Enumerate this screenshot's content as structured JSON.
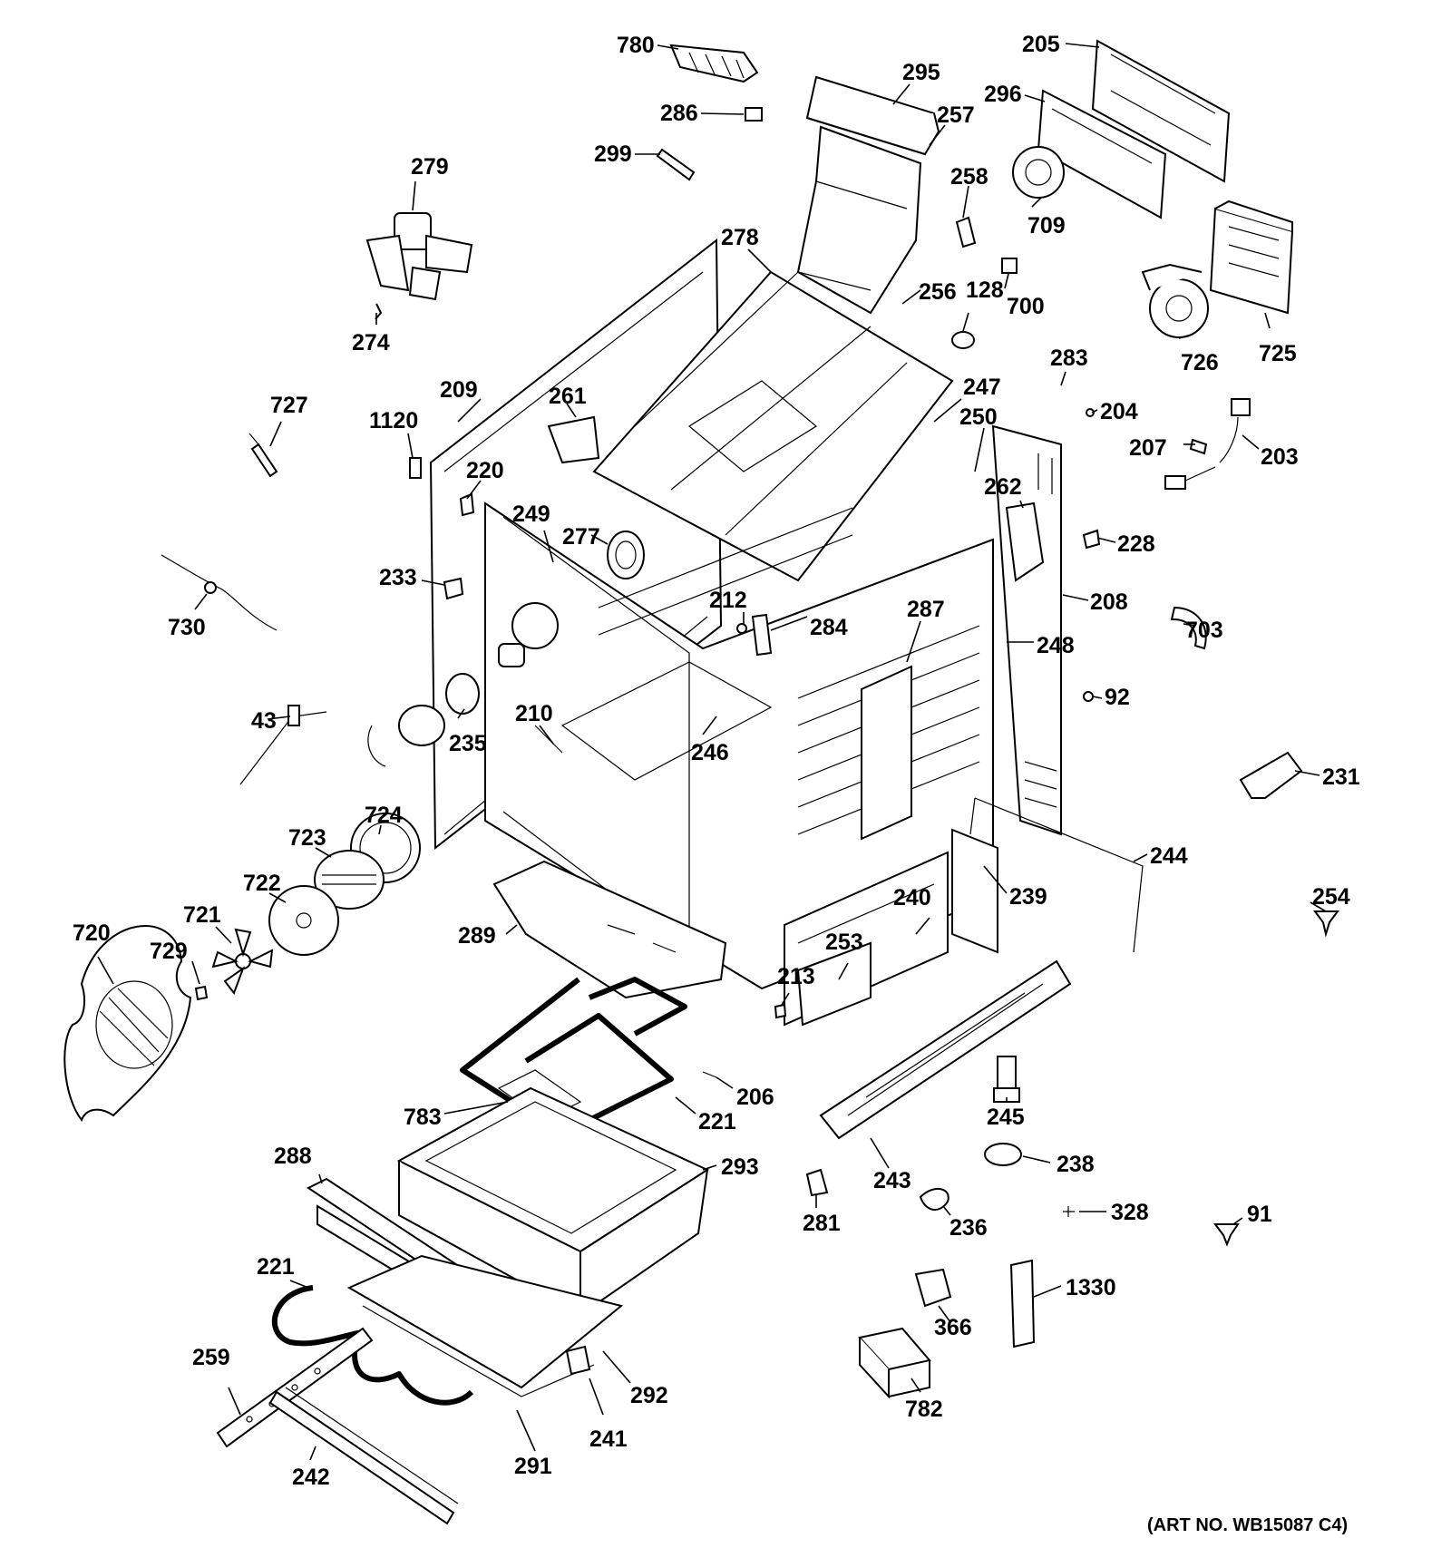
{
  "diagram": {
    "art_number": "(ART NO. WB15087 C4)",
    "callouts": [
      {
        "id": "c780",
        "text": "780"
      },
      {
        "id": "c295",
        "text": "295"
      },
      {
        "id": "c205",
        "text": "205"
      },
      {
        "id": "c286",
        "text": "286"
      },
      {
        "id": "c257",
        "text": "257"
      },
      {
        "id": "c296",
        "text": "296"
      },
      {
        "id": "c299",
        "text": "299"
      },
      {
        "id": "c279",
        "text": "279"
      },
      {
        "id": "c258",
        "text": "258"
      },
      {
        "id": "c709",
        "text": "709"
      },
      {
        "id": "c278",
        "text": "278"
      },
      {
        "id": "c256",
        "text": "256"
      },
      {
        "id": "c128",
        "text": "128"
      },
      {
        "id": "c700",
        "text": "700"
      },
      {
        "id": "c274",
        "text": "274"
      },
      {
        "id": "c726",
        "text": "726"
      },
      {
        "id": "c725",
        "text": "725"
      },
      {
        "id": "c283",
        "text": "283"
      },
      {
        "id": "c727",
        "text": "727"
      },
      {
        "id": "c209",
        "text": "209"
      },
      {
        "id": "c261",
        "text": "261"
      },
      {
        "id": "c247",
        "text": "247"
      },
      {
        "id": "c204",
        "text": "204"
      },
      {
        "id": "c1120",
        "text": "1120"
      },
      {
        "id": "c250",
        "text": "250"
      },
      {
        "id": "c207",
        "text": "207"
      },
      {
        "id": "c203",
        "text": "203"
      },
      {
        "id": "c220",
        "text": "220"
      },
      {
        "id": "c262",
        "text": "262"
      },
      {
        "id": "c249",
        "text": "249"
      },
      {
        "id": "c277",
        "text": "277"
      },
      {
        "id": "c228",
        "text": "228"
      },
      {
        "id": "c233",
        "text": "233"
      },
      {
        "id": "c212",
        "text": "212"
      },
      {
        "id": "c208",
        "text": "208"
      },
      {
        "id": "c287",
        "text": "287"
      },
      {
        "id": "c730",
        "text": "730"
      },
      {
        "id": "c284",
        "text": "284"
      },
      {
        "id": "c703",
        "text": "703"
      },
      {
        "id": "c248",
        "text": "248"
      },
      {
        "id": "c43",
        "text": "43"
      },
      {
        "id": "c92",
        "text": "92"
      },
      {
        "id": "c210",
        "text": "210"
      },
      {
        "id": "c235",
        "text": "235"
      },
      {
        "id": "c246",
        "text": "246"
      },
      {
        "id": "c231",
        "text": "231"
      },
      {
        "id": "c724",
        "text": "724"
      },
      {
        "id": "c723",
        "text": "723"
      },
      {
        "id": "c244",
        "text": "244"
      },
      {
        "id": "c722",
        "text": "722"
      },
      {
        "id": "c239",
        "text": "239"
      },
      {
        "id": "c240",
        "text": "240"
      },
      {
        "id": "c254",
        "text": "254"
      },
      {
        "id": "c721",
        "text": "721"
      },
      {
        "id": "c720",
        "text": "720"
      },
      {
        "id": "c289",
        "text": "289"
      },
      {
        "id": "c729",
        "text": "729"
      },
      {
        "id": "c253",
        "text": "253"
      },
      {
        "id": "c213",
        "text": "213"
      },
      {
        "id": "c206",
        "text": "206"
      },
      {
        "id": "c783",
        "text": "783"
      },
      {
        "id": "c221a",
        "text": "221"
      },
      {
        "id": "c245",
        "text": "245"
      },
      {
        "id": "c288",
        "text": "288"
      },
      {
        "id": "c293",
        "text": "293"
      },
      {
        "id": "c238",
        "text": "238"
      },
      {
        "id": "c243",
        "text": "243"
      },
      {
        "id": "c281",
        "text": "281"
      },
      {
        "id": "c236",
        "text": "236"
      },
      {
        "id": "c328",
        "text": "328"
      },
      {
        "id": "c91",
        "text": "91"
      },
      {
        "id": "c221b",
        "text": "221"
      },
      {
        "id": "c1330",
        "text": "1330"
      },
      {
        "id": "c366",
        "text": "366"
      },
      {
        "id": "c259",
        "text": "259"
      },
      {
        "id": "c292",
        "text": "292"
      },
      {
        "id": "c782",
        "text": "782"
      },
      {
        "id": "c241",
        "text": "241"
      },
      {
        "id": "c242",
        "text": "242"
      },
      {
        "id": "c291",
        "text": "291"
      }
    ]
  }
}
